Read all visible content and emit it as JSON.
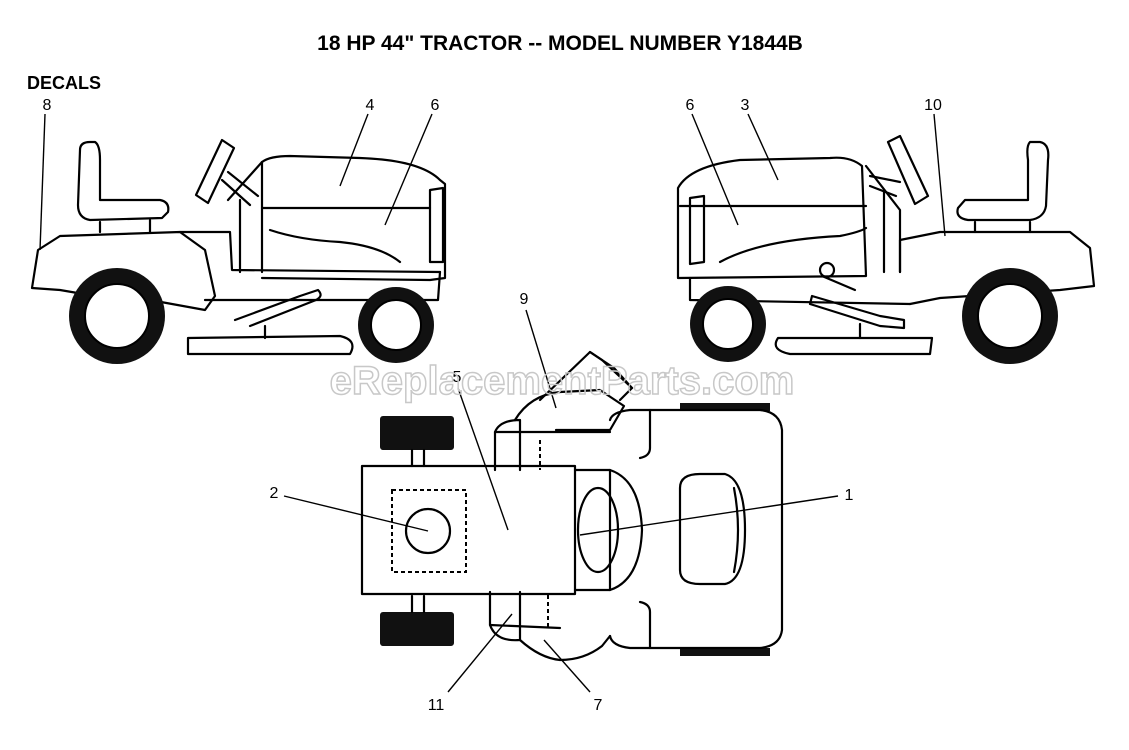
{
  "title": "18 HP 44\" TRACTOR -- MODEL NUMBER Y1844B",
  "section_label": "DECALS",
  "watermark": "eReplacementParts.com",
  "callouts": {
    "c1": "1",
    "c2": "2",
    "c3": "3",
    "c4": "4",
    "c5": "5",
    "c6a": "6",
    "c6b": "6",
    "c7": "7",
    "c8": "8",
    "c9": "9",
    "c10": "10",
    "c11": "11"
  },
  "colors": {
    "ink": "#000000",
    "watermark": "#c8c8c8",
    "background": "#ffffff"
  }
}
